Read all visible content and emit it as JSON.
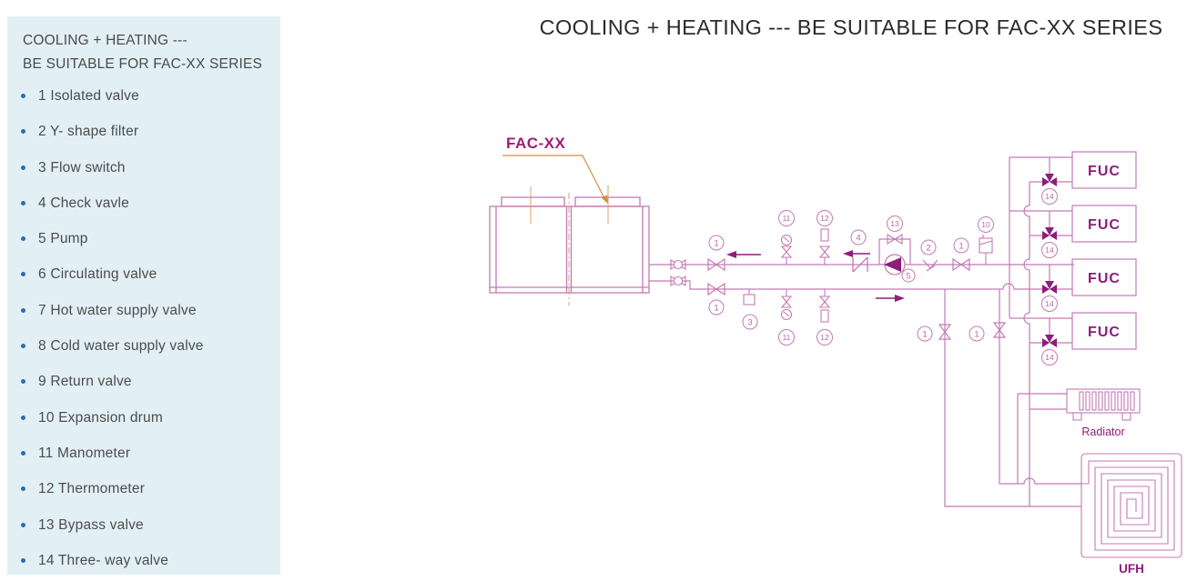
{
  "title": "COOLING + HEATING --- BE SUITABLE FOR FAC-XX SERIES",
  "legend": {
    "title_line1": "COOLING + HEATING ---",
    "title_line2": "BE SUITABLE FOR FAC-XX SERIES",
    "items": [
      "1 Isolated valve",
      "2 Y- shape filter",
      "3 Flow switch",
      "4 Check vavle",
      "5 Pump",
      "6 Circulating valve",
      "7 Hot water supply valve",
      "8 Cold water supply valve",
      "9 Return valve",
      "10 Expansion drum",
      "11 Manometer",
      "12 Thermometer",
      "13 Bypass valve",
      "14 Three- way valve"
    ]
  },
  "diagram": {
    "unit_label": "FAC-XX",
    "fuc_label": "FUC",
    "radiator_label": "Radiator",
    "ufh_label": "UFH",
    "numbers": {
      "n1": "1",
      "n2": "2",
      "n3": "3",
      "n4": "4",
      "n5": "5",
      "n10": "10",
      "n11": "11",
      "n12": "12",
      "n13": "13",
      "n14": "14"
    },
    "colors": {
      "pipe": "#c47ab4",
      "accent_dark": "#8e1d7b",
      "leader_orange": "#cf8f45",
      "legend_bg": "#e2f0f6",
      "bullet_blue": "#2a6cb3"
    }
  }
}
